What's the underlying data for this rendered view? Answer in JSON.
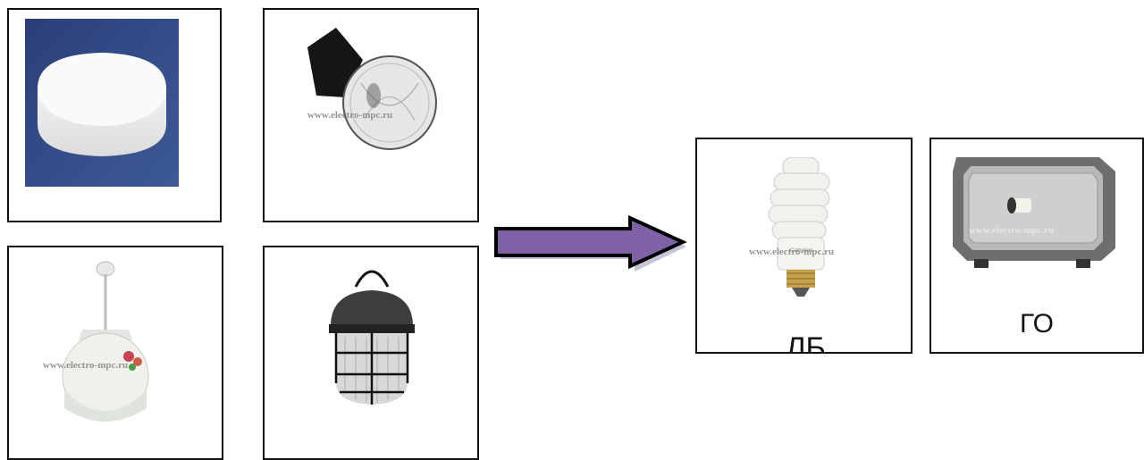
{
  "panels": {
    "p1": {
      "image": "white-dome-ceiling-lamp"
    },
    "p2": {
      "image": "glass-globe-wall-lamp",
      "watermark": "www.electro-mpc.ru"
    },
    "p3": {
      "image": "white-pendant-lamp",
      "watermark": "www.electro-mpc.ru"
    },
    "p4": {
      "image": "caged-industrial-lamp"
    },
    "p5": {
      "image": "compact-fluorescent-bulb",
      "watermark": "www.electro-mpc.ru",
      "bulb_brand": "Camelion",
      "label": "ЛБ"
    },
    "p6": {
      "image": "metal-halide-floodlight",
      "watermark": "www.electro-mpc.ru",
      "label": "ГО"
    }
  },
  "arrow": {
    "icon": "right-arrow-icon",
    "fill": "#7f62a6",
    "outline": "#000000"
  }
}
